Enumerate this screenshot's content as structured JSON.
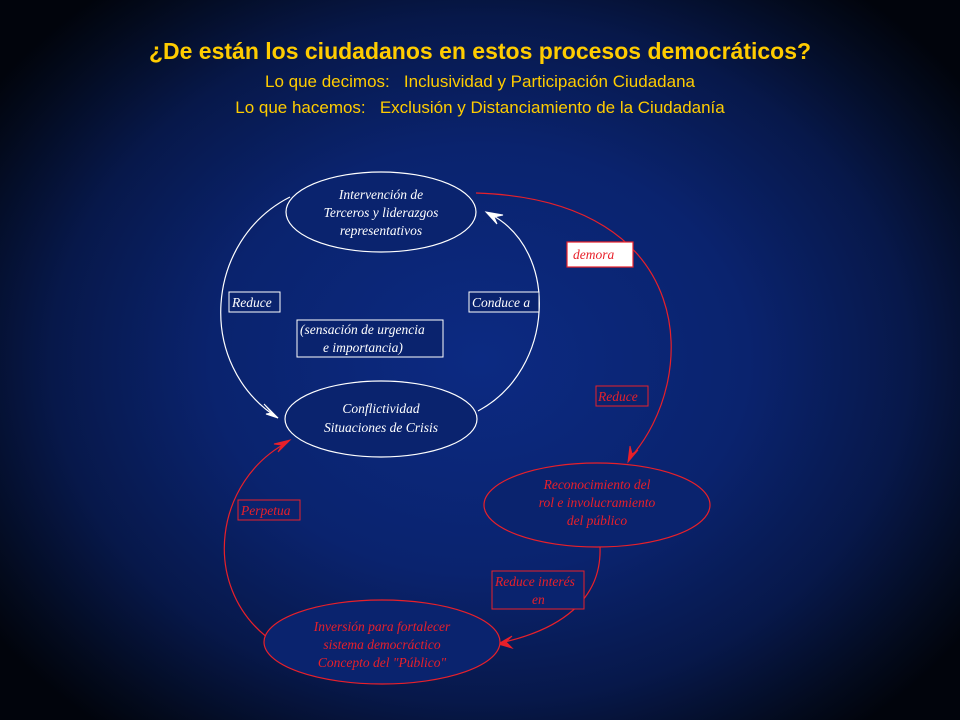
{
  "heading": {
    "title": "¿De están los ciudadanos en estos procesos democráticos?",
    "line1": "Lo que decimos:   Inclusividad y Participación Ciudadana",
    "line2": "Lo que hacemos:   Exclusión y Distanciamiento de la Ciudadanía"
  },
  "diagram": {
    "node_intervencion": [
      "Intervención de",
      "Terceros y liderazgos",
      "representativos"
    ],
    "node_conflictividad": [
      "Conflictividad",
      "Situaciones de Crisis"
    ],
    "node_reconocimiento": [
      "Reconocimiento del",
      "rol e involucramiento",
      "del público"
    ],
    "node_inversion": [
      "Inversión para fortalecer",
      "sistema democráctico",
      "Concepto del \"Público\""
    ],
    "label_reduce_left": "Reduce",
    "label_conduce": "Conduce a",
    "label_sensacion": [
      "(sensación de urgencia",
      "e importancia)"
    ],
    "label_demora": "demora",
    "label_reduce_right": "Reduce",
    "label_reduce_interes": [
      "Reduce interés",
      "en"
    ],
    "label_perpetua": "Perpetua",
    "colors": {
      "white_loop": "#ffffff",
      "red_loop": "#e8202a",
      "title": "#ffcc00"
    }
  }
}
